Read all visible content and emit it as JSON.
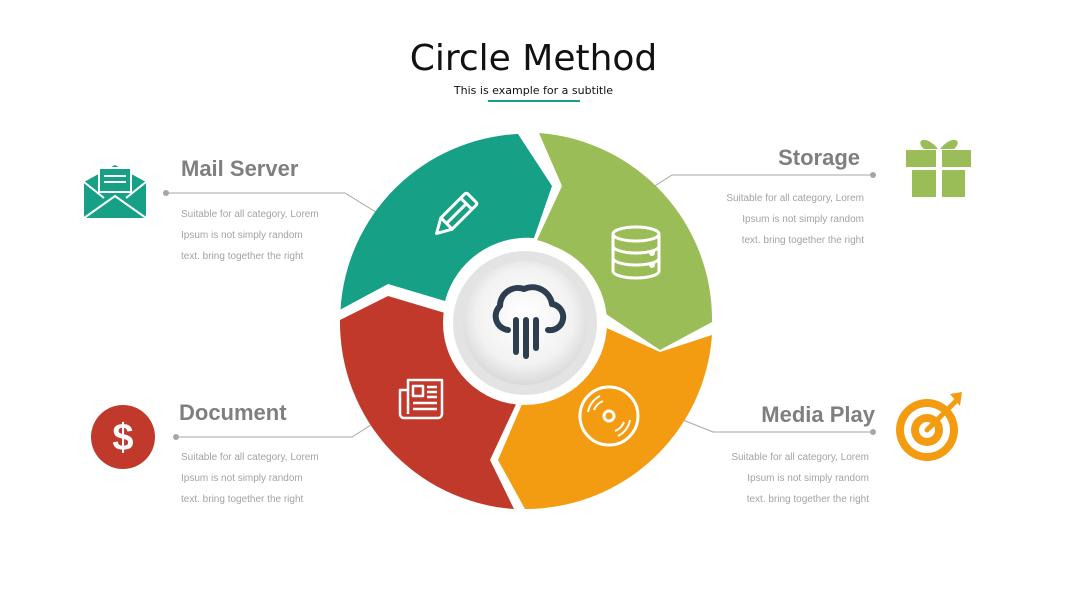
{
  "title": "Circle Method",
  "subtitle": "This is example  for a subtitle",
  "colors": {
    "teal": "#16a085",
    "green": "#9bbd57",
    "orange": "#f39c12",
    "red": "#c0392b",
    "navy": "#2c3e50",
    "gray_text": "#7f7f7f"
  },
  "items": [
    {
      "heading": "Mail Server",
      "desc": [
        "Suitable for all category, Lorem",
        "Ipsum is not simply random",
        "text. bring together the right"
      ],
      "side_icon": "envelope-icon",
      "segment_icon": "pencil-icon",
      "color": "#16a085"
    },
    {
      "heading": "Storage",
      "desc": [
        "Suitable for all category, Lorem",
        "Ipsum is not simply random",
        "text. bring together the right"
      ],
      "side_icon": "gift-icon",
      "segment_icon": "database-icon",
      "color": "#9bbd57"
    },
    {
      "heading": "Document",
      "desc": [
        "Suitable for all category, Lorem",
        "Ipsum is not simply random",
        "text. bring together the right"
      ],
      "side_icon": "dollar-icon",
      "segment_icon": "newspaper-icon",
      "color": "#c0392b"
    },
    {
      "heading": "Media Play",
      "desc": [
        "Suitable for all category, Lorem",
        "Ipsum is not simply random",
        "text. bring together the right"
      ],
      "side_icon": "target-icon",
      "segment_icon": "disc-icon",
      "color": "#f39c12"
    }
  ],
  "center_icon": "cloud-rain-icon"
}
